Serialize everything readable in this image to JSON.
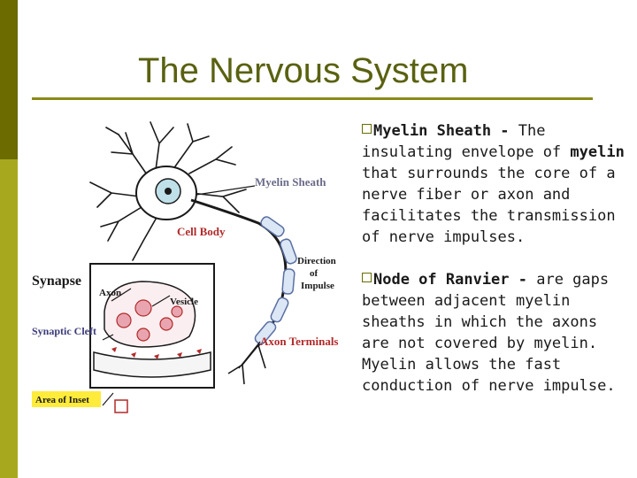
{
  "slide": {
    "title": "The Nervous System",
    "accent_dark": "#6b6b00",
    "accent_light": "#a8a81e",
    "label_color": "#b22a2a",
    "diagram_label_color": "#6b6b8a"
  },
  "diagram": {
    "labels": {
      "myelin_sheath": "Myelin Sheath",
      "cell_body": "Cell Body",
      "direction": "Direction",
      "of": "of",
      "impulse": "Impulse",
      "synapse": "Synapse",
      "axon": "Axon",
      "vesicle": "Vesicle",
      "synaptic_cleft": "Synaptic Cleft",
      "axon_terminals": "Axon Terminals",
      "area_of_inset": "Area of Inset"
    }
  },
  "bullets": [
    {
      "icon": "checkbox-bullet-icon",
      "term": "Myelin Sheath -",
      "text_before": " The insulating envelope of ",
      "emph": "myelin",
      "text_after": " that surrounds the core of a nerve fiber or axon and facilitates the transmission of nerve impulses."
    },
    {
      "icon": "checkbox-bullet-icon",
      "term": "Node of Ranvier -",
      "text": " are gaps between adjacent myelin sheaths in which the axons are not covered by myelin. Myelin allows the fast conduction of nerve impulse."
    }
  ]
}
